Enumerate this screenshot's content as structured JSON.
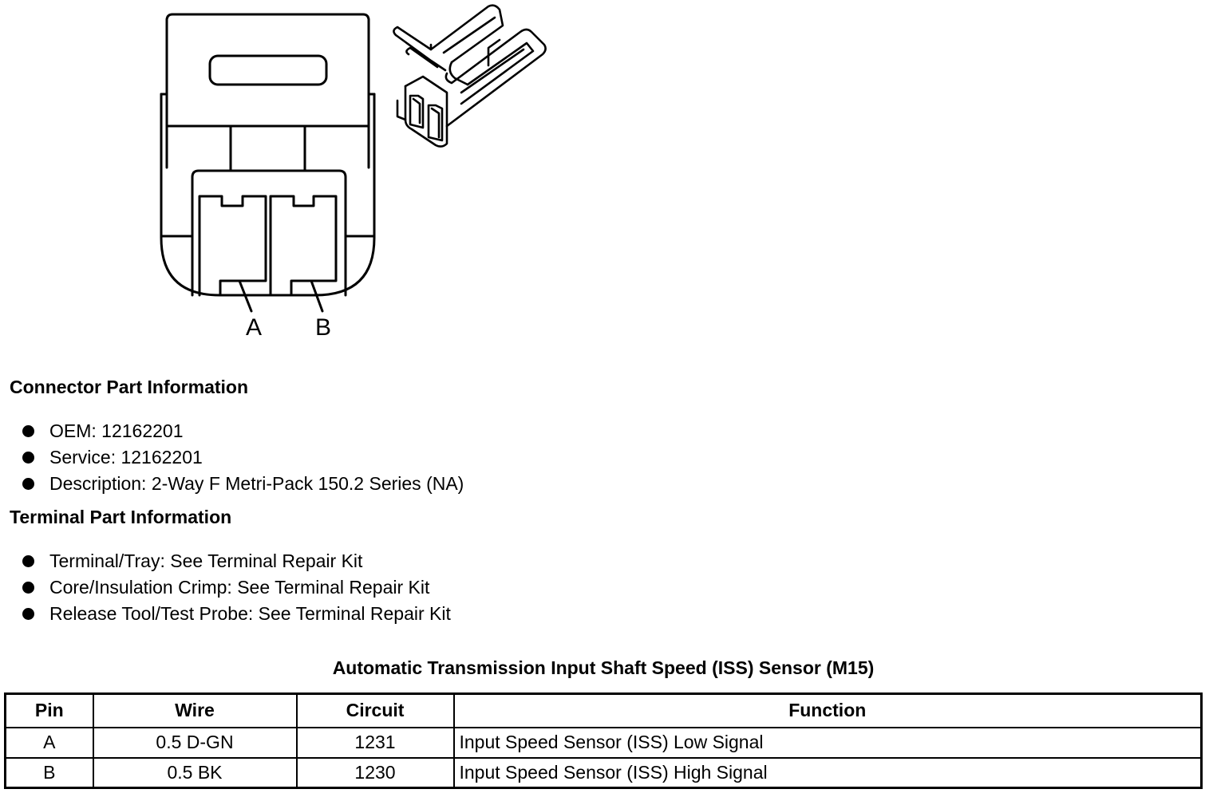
{
  "diagram": {
    "pin_labels": [
      "A",
      "B"
    ]
  },
  "connector_info": {
    "heading": "Connector Part Information",
    "items": [
      "OEM: 12162201",
      "Service: 12162201",
      "Description: 2-Way F Metri-Pack 150.2 Series (NA)"
    ]
  },
  "terminal_info": {
    "heading": "Terminal Part Information",
    "items": [
      "Terminal/Tray: See Terminal Repair Kit",
      "Core/Insulation Crimp: See Terminal Repair Kit",
      "Release Tool/Test Probe: See Terminal Repair Kit"
    ]
  },
  "table": {
    "title": "Automatic Transmission Input Shaft Speed (ISS) Sensor (M15)",
    "headers": [
      "Pin",
      "Wire",
      "Circuit",
      "Function"
    ],
    "rows": [
      [
        "A",
        "0.5 D-GN",
        "1231",
        "Input Speed Sensor (ISS) Low Signal"
      ],
      [
        "B",
        "0.5 BK",
        "1230",
        "Input Speed Sensor (ISS) High Signal"
      ]
    ]
  }
}
